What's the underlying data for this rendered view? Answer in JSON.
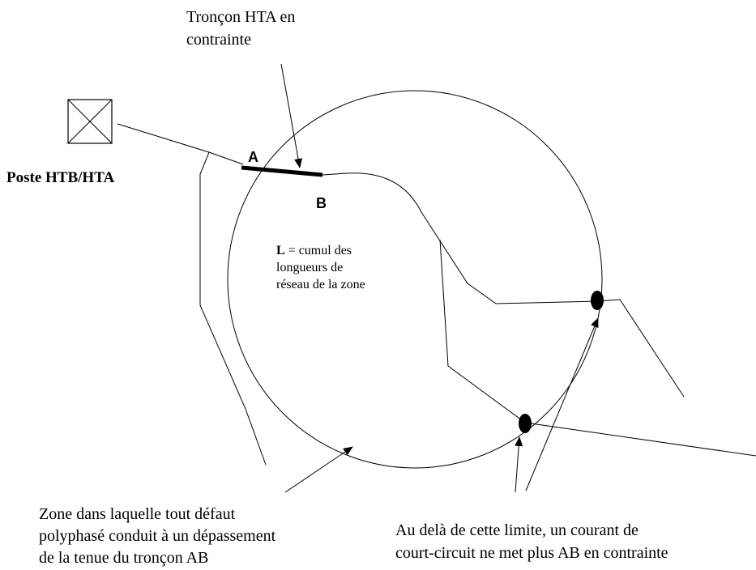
{
  "labels": {
    "troncon_line1": "Tronçon HTA en",
    "troncon_line2": "contrainte",
    "poste": "Poste HTB/HTA",
    "point_a": "A",
    "point_b": "B",
    "l_bold": "L",
    "l_line1_rest": " = cumul des",
    "l_line2": "longueurs de",
    "l_line3": "réseau de la zone",
    "zone_line1": "Zone dans laquelle tout défaut",
    "zone_line2": "polyphasé conduit à un dépassement",
    "zone_line3": "de la tenue du tronçon AB",
    "limit_line1": "Au delà de cette limite,  un courant de",
    "limit_line2": "court-circuit ne met plus AB en contrainte"
  },
  "colors": {
    "line": "#000000",
    "background": "#ffffff"
  }
}
